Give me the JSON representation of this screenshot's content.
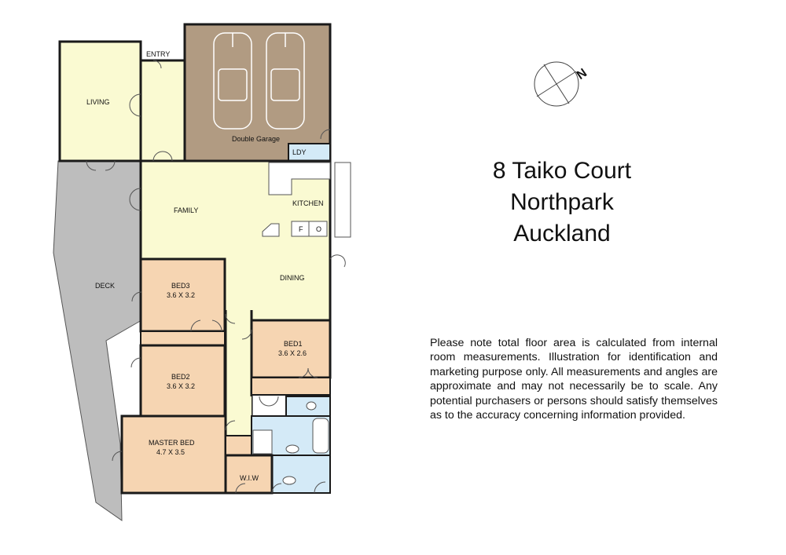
{
  "address": {
    "line1": "8 Taiko Court",
    "line2": "Northpark",
    "line3": "Auckland"
  },
  "compass": {
    "label": "N"
  },
  "disclaimer": "Please note total floor area is calculated from internal room measurements. Illustration for identification and marketing purpose only. All measurements and angles are approximate and may not necessarily be to scale. Any potential purchasers or persons should satisfy themselves as to the accuracy concerning information provided.",
  "rooms": {
    "entry": "ENTRY",
    "living": "LIVING",
    "garage": "Double Garage",
    "laundry": "LDY",
    "kitchen": "KITCHEN",
    "family": "FAMILY",
    "dining": "DINING",
    "deck": "DECK",
    "bed3": {
      "name": "BED3",
      "size": "3.6 X 3.2"
    },
    "bed2": {
      "name": "BED2",
      "size": "3.6 X 3.2"
    },
    "bed1": {
      "name": "BED1",
      "size": "3.6 X 2.6"
    },
    "master": {
      "name": "MASTER BED",
      "size": "4.7 X 3.5"
    },
    "wiw": "W.I.W"
  },
  "appliances": {
    "fridge": "F",
    "oven": "O"
  },
  "colors": {
    "living_area": "#fafad2",
    "garage": "#b19b82",
    "deck": "#bdbdbd",
    "bedroom": "#f6d5b2",
    "wet_area": "#d4eaf7",
    "wall": "#1a1a1a"
  }
}
